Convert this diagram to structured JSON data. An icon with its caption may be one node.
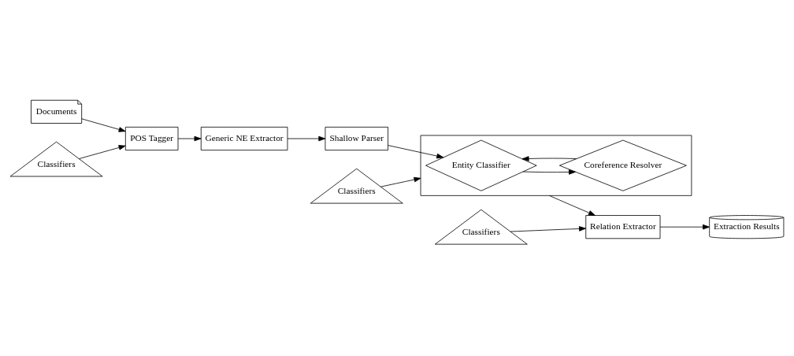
{
  "diagram": {
    "nodes": [
      {
        "text": [
          "Documents"
        ]
      },
      {
        "text": [
          "POS Tagger"
        ]
      },
      {
        "text": [
          "Generic NE Extractor"
        ]
      },
      {
        "text": [
          "Shallow Parser"
        ]
      },
      {
        "text": [
          "Classifiers"
        ]
      },
      {
        "text": [],
        "shape": "box"
      },
      {
        "text": [
          "Entity Classifier"
        ],
        "in": 5
      },
      {
        "text": [
          "Coreference Resolver"
        ],
        "in": 5
      },
      {
        "text": [
          "Extraction Results"
        ]
      },
      {
        "text": [
          "Relation Extractor"
        ]
      },
      {
        "text": [
          "Classifiers"
        ]
      },
      {
        "text": [
          "Classifiers"
        ]
      }
    ],
    "edges": [
      {
        "from": 0,
        "to": 1,
        "arrow": "to"
      },
      {
        "from": 1,
        "to": 2,
        "arrow": "to"
      },
      {
        "from": 2,
        "to": 3,
        "arrow": "to"
      },
      {
        "from": 3,
        "to": 6,
        "arrow": "to"
      },
      {
        "from": 4,
        "to": 1,
        "arrow": "to"
      },
      {
        "from": 6,
        "to": 7,
        "arrow": "to"
      },
      {
        "from": 7,
        "to": 6,
        "arrow": "to"
      },
      {
        "from": 5,
        "to": 9,
        "arrow": "to"
      },
      {
        "from": 9,
        "to": 8,
        "arrow": "to"
      },
      {
        "from": 10,
        "to": 5,
        "arrow": "to"
      },
      {
        "from": 11,
        "to": 9,
        "arrow": "to"
      }
    ]
  }
}
